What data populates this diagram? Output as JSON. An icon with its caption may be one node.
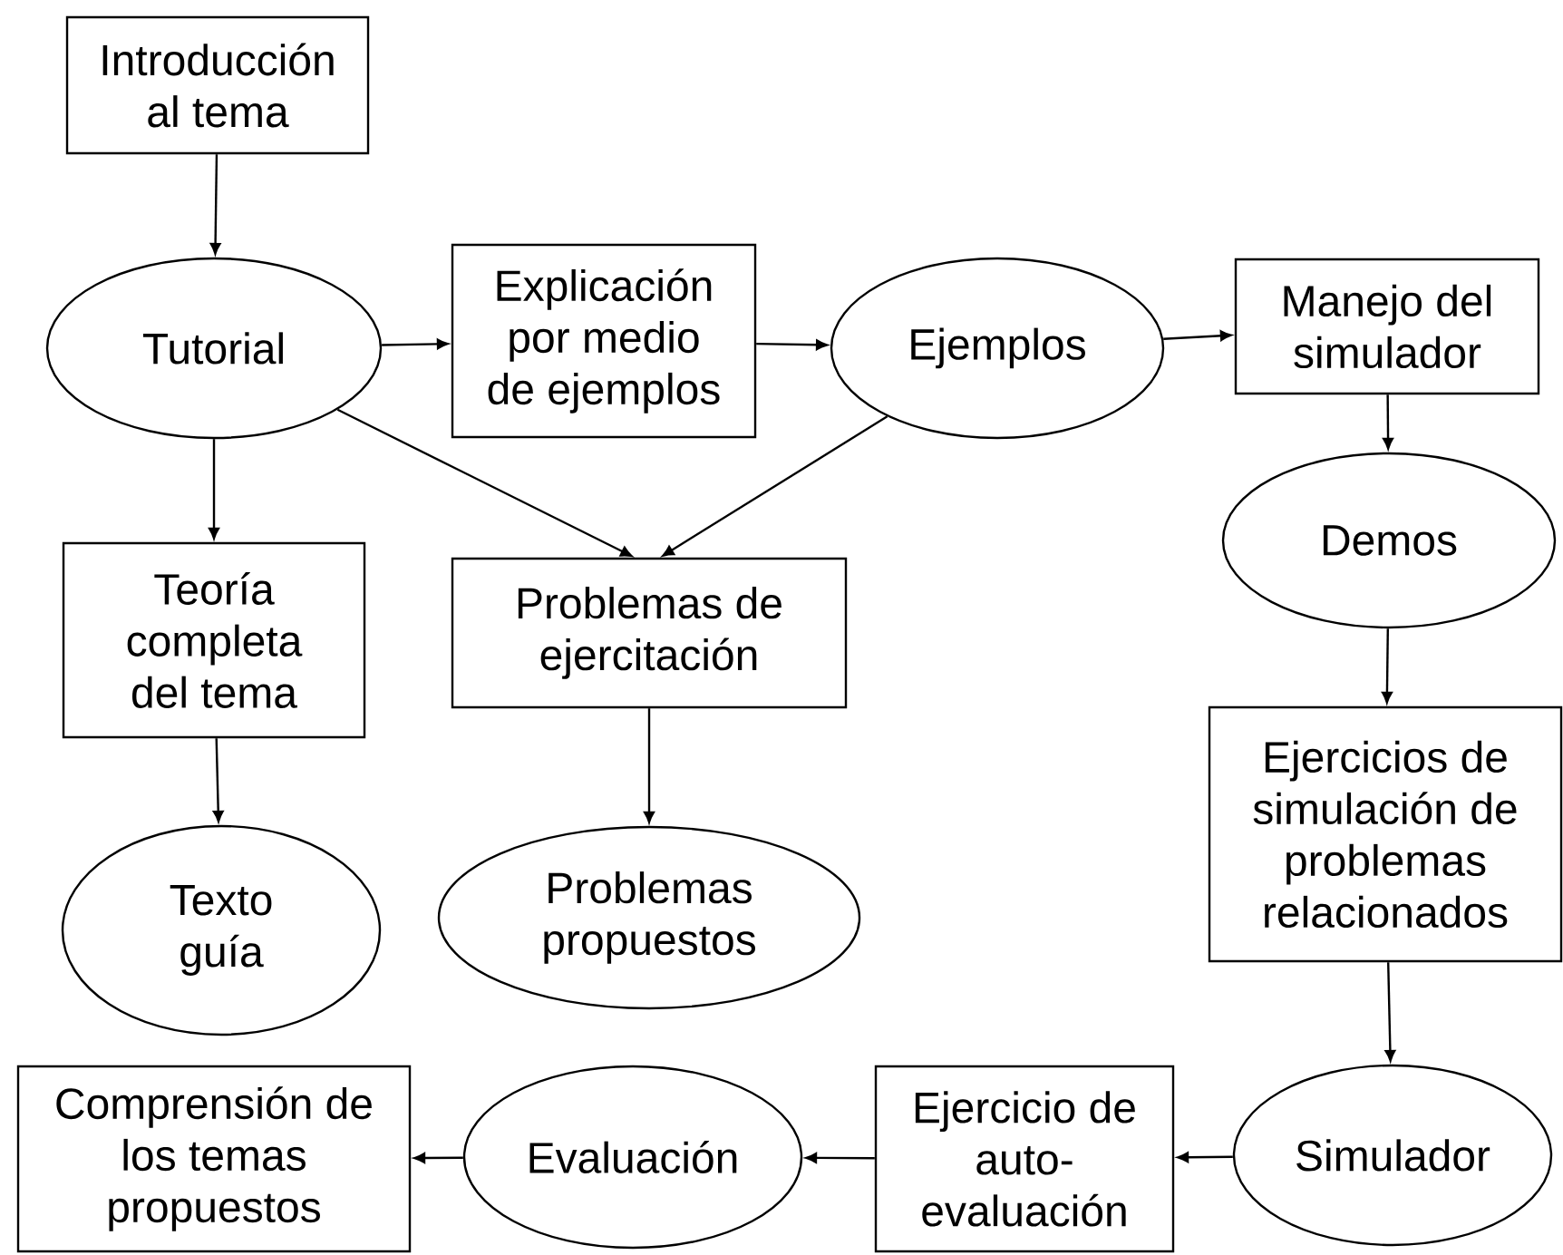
{
  "diagram": {
    "nodes": [
      {
        "text": [
          "Introducción al tema"
        ]
      },
      {
        "text": [
          "Tutorial"
        ]
      },
      {
        "text": [
          "Explicación por medio de ejemplos"
        ]
      },
      {
        "text": [
          "Ejemplos"
        ]
      },
      {
        "text": [
          "Manejo del simulador"
        ]
      },
      {
        "text": [
          "Demos"
        ]
      },
      {
        "text": [
          "Ejercicios de simulación de problemas relacionados"
        ]
      },
      {
        "text": [
          "Simulador"
        ]
      },
      {
        "text": [
          "Ejercicio de auto-evaluación"
        ]
      },
      {
        "text": [
          "Evaluación"
        ]
      },
      {
        "text": [
          "Comprensión de los temas propuestos"
        ]
      },
      {
        "text": [
          "Teoría completa del tema"
        ]
      },
      {
        "text": [
          "Texto guía"
        ]
      },
      {
        "text": [
          "Problemas de ejercitación"
        ]
      },
      {
        "text": [
          "Problemas propuestos"
        ]
      }
    ],
    "edges": [
      {
        "from": 0,
        "to": 1,
        "arrow": "to"
      },
      {
        "from": 1,
        "to": 2,
        "arrow": "to"
      },
      {
        "from": 2,
        "to": 3,
        "arrow": "to"
      },
      {
        "from": 3,
        "to": 4,
        "arrow": "to"
      },
      {
        "from": 4,
        "to": 5,
        "arrow": "to"
      },
      {
        "from": 5,
        "to": 6,
        "arrow": "to"
      },
      {
        "from": 6,
        "to": 7,
        "arrow": "to"
      },
      {
        "from": 7,
        "to": 8,
        "arrow": "to"
      },
      {
        "from": 8,
        "to": 9,
        "arrow": "to"
      },
      {
        "from": 9,
        "to": 10,
        "arrow": "to"
      },
      {
        "from": 1,
        "to": 11,
        "arrow": "to"
      },
      {
        "from": 11,
        "to": 12,
        "arrow": "to"
      },
      {
        "from": 1,
        "to": 13,
        "arrow": "to"
      },
      {
        "from": 3,
        "to": 13,
        "arrow": "to"
      },
      {
        "from": 13,
        "to": 14,
        "arrow": "to"
      }
    ]
  }
}
